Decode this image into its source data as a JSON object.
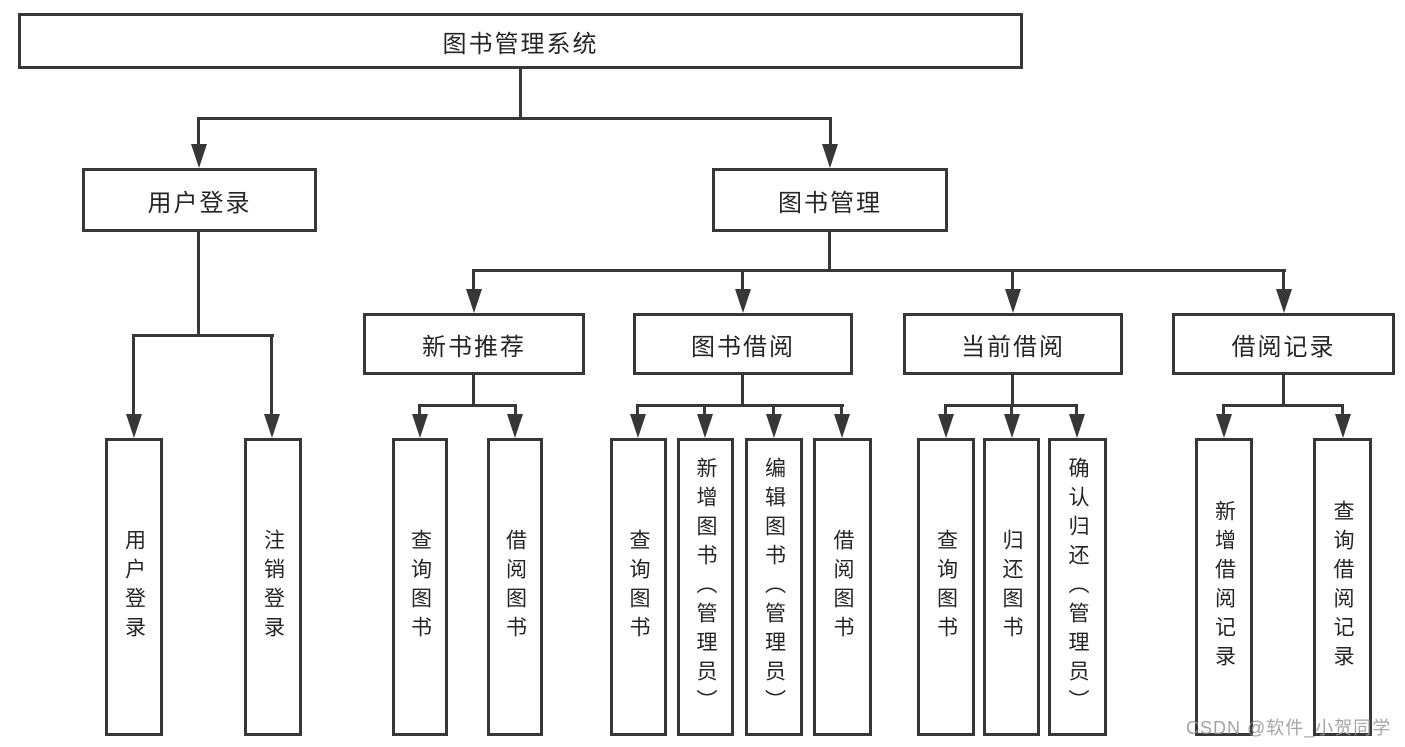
{
  "tree": {
    "label": "图书管理系统",
    "children": [
      {
        "label": "用户登录",
        "children": [
          {
            "label": "用户登录"
          },
          {
            "label": "注销登录"
          }
        ]
      },
      {
        "label": "图书管理",
        "children": [
          {
            "label": "新书推荐",
            "children": [
              {
                "label": "查询图书"
              },
              {
                "label": "借阅图书"
              }
            ]
          },
          {
            "label": "图书借阅",
            "children": [
              {
                "label": "查询图书"
              },
              {
                "label": "新增图书（管理员）"
              },
              {
                "label": "编辑图书（管理员）"
              },
              {
                "label": "借阅图书"
              }
            ]
          },
          {
            "label": "当前借阅",
            "children": [
              {
                "label": "查询图书"
              },
              {
                "label": "归还图书"
              },
              {
                "label": "确认归还（管理员）"
              }
            ]
          },
          {
            "label": "借阅记录",
            "children": [
              {
                "label": "新增借阅记录"
              },
              {
                "label": "查询借阅记录"
              }
            ]
          }
        ]
      }
    ]
  },
  "watermark": {
    "text": "CSDN @软件_小贺同学"
  },
  "colors": {
    "line": "#373737",
    "text": "#262626",
    "background": "#ffffff",
    "watermark": "#949494"
  }
}
